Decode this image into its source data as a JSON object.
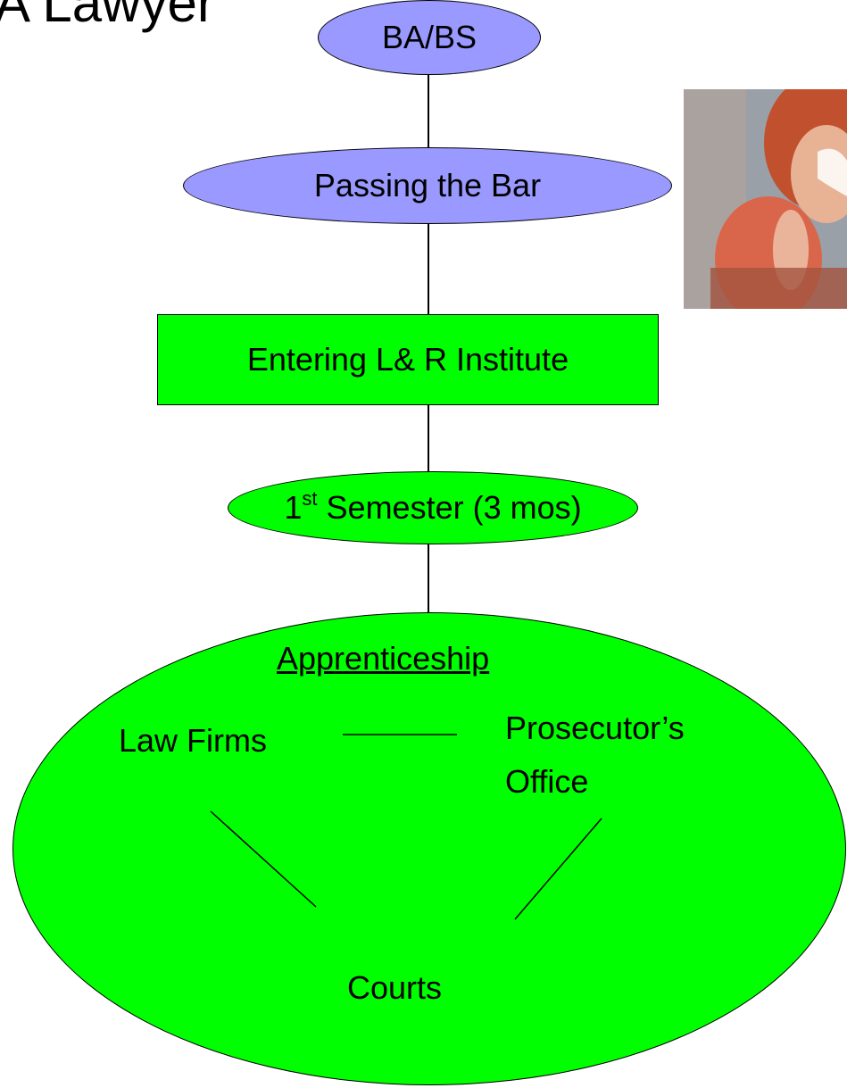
{
  "title": "A Lawyer",
  "nodes": {
    "ba_bs": "BA/BS",
    "passing_bar": "Passing the Bar",
    "entering_institute": "Entering L& R Institute",
    "first_semester": {
      "ordinal_number": "1",
      "ordinal_suffix": "st",
      "rest": " Semester (3 mos)"
    }
  },
  "apprenticeship": {
    "heading": "Apprenticeship",
    "law_firms": "Law Firms",
    "prosecutor_line1": "Prosecutor’s",
    "prosecutor_line2": "Office",
    "courts": "Courts"
  },
  "colors": {
    "purple_node": "#9999ff",
    "green_node": "#00ff00"
  },
  "photo": {
    "icon": "woman-on-phone-photo"
  }
}
